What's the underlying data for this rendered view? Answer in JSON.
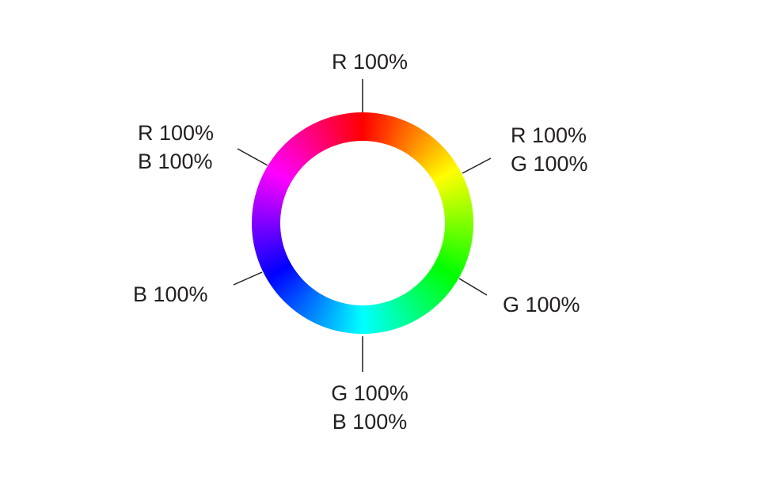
{
  "title": "RGB color wheel",
  "labels": {
    "top": [
      "R 100%"
    ],
    "upper_right": [
      "R 100%",
      "G 100%"
    ],
    "lower_right": [
      "G 100%"
    ],
    "bottom": [
      "G 100%",
      "B 100%"
    ],
    "lower_left": [
      "B 100%"
    ],
    "upper_left": [
      "R 100%",
      "B 100%"
    ]
  },
  "colors": {
    "red": "#ff0000",
    "yellow": "#ffff00",
    "green": "#00ff00",
    "cyan": "#00ffff",
    "blue": "#0000ff",
    "magenta": "#ff00ff"
  }
}
